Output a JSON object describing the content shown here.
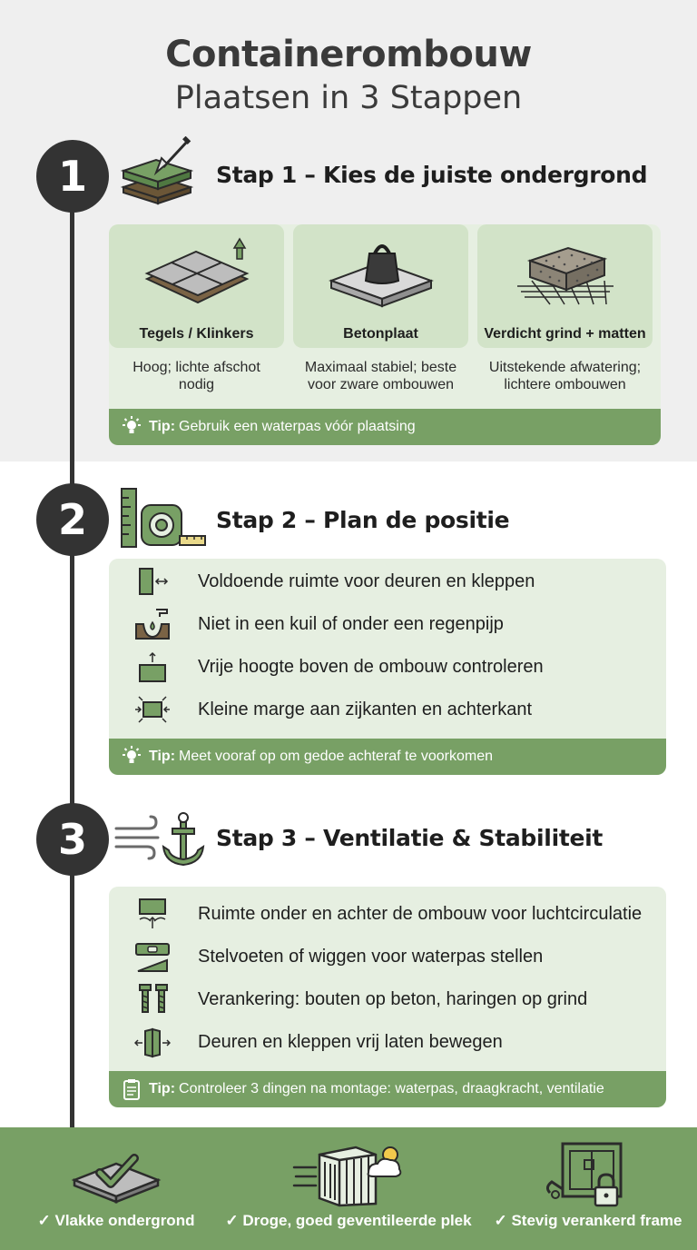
{
  "header": {
    "title": "Containerombouw",
    "subtitle": "Plaatsen in 3 Stappen"
  },
  "colors": {
    "accent_green": "#78a065",
    "panel_green": "#e6efe1",
    "card_green": "#d2e3c8",
    "dark": "#333333"
  },
  "step1": {
    "number": "1",
    "title": "Stap 1 – Kies de juiste ondergrond",
    "icon": "ground-layers-shovel-icon",
    "cards": [
      {
        "label": "Tegels / Klinkers",
        "desc1": "Hoog; lichte afschot",
        "desc2": "nodig",
        "icon": "tiles-icon"
      },
      {
        "label": "Betonplaat",
        "desc1": "Maximaal stabiel; beste",
        "desc2": "voor zware ombouwen",
        "icon": "concrete-slab-weight-icon"
      },
      {
        "label": "Verdicht grind + matten",
        "desc1": "Uitstekende afwatering;",
        "desc2": "lichtere ombouwen",
        "icon": "gravel-mat-icon"
      }
    ],
    "tip_label": "Tip:",
    "tip_text": "Gebruik een waterpas vóór plaatsing"
  },
  "step2": {
    "number": "2",
    "title": "Stap 2 – Plan de positie",
    "icon": "ruler-tape-measure-icon",
    "items": [
      {
        "text": "Voldoende ruimte voor deuren en kleppen",
        "icon": "door-clearance-icon"
      },
      {
        "text": "Niet in een kuil of onder een regenpijp",
        "icon": "pit-drainpipe-icon"
      },
      {
        "text": "Vrije hoogte boven de ombouw controleren",
        "icon": "height-clearance-icon"
      },
      {
        "text": "Kleine marge aan zijkanten en achterkant",
        "icon": "side-margin-icon"
      }
    ],
    "tip_label": "Tip:",
    "tip_text": "Meet vooraf op om gedoe achteraf te voorkomen"
  },
  "step3": {
    "number": "3",
    "title": "Stap 3 – Ventilatie & Stabiliteit",
    "icon": "wind-anchor-icon",
    "items": [
      {
        "text": "Ruimte onder en achter de ombouw voor luchtcirculatie",
        "icon": "air-circulation-icon"
      },
      {
        "text": "Stelvoeten of wiggen voor waterpas stellen",
        "icon": "level-wedge-icon"
      },
      {
        "text": "Verankering: bouten op beton, haringen op grind",
        "icon": "bolts-icon"
      },
      {
        "text": "Deuren en kleppen vrij laten bewegen",
        "icon": "open-doors-icon"
      }
    ],
    "tip_label": "Tip:",
    "tip_text": "Controleer 3 dingen na montage: waterpas, draagkracht, ventilatie"
  },
  "footer": {
    "items": [
      {
        "label": "✓ Vlakke ondergrond",
        "icon": "flat-ground-check-icon"
      },
      {
        "label": "✓ Droge, goed geventileerde plek",
        "icon": "ventilated-container-icon"
      },
      {
        "label": "✓ Stevig verankerd frame",
        "icon": "anchored-frame-lock-icon"
      }
    ]
  }
}
